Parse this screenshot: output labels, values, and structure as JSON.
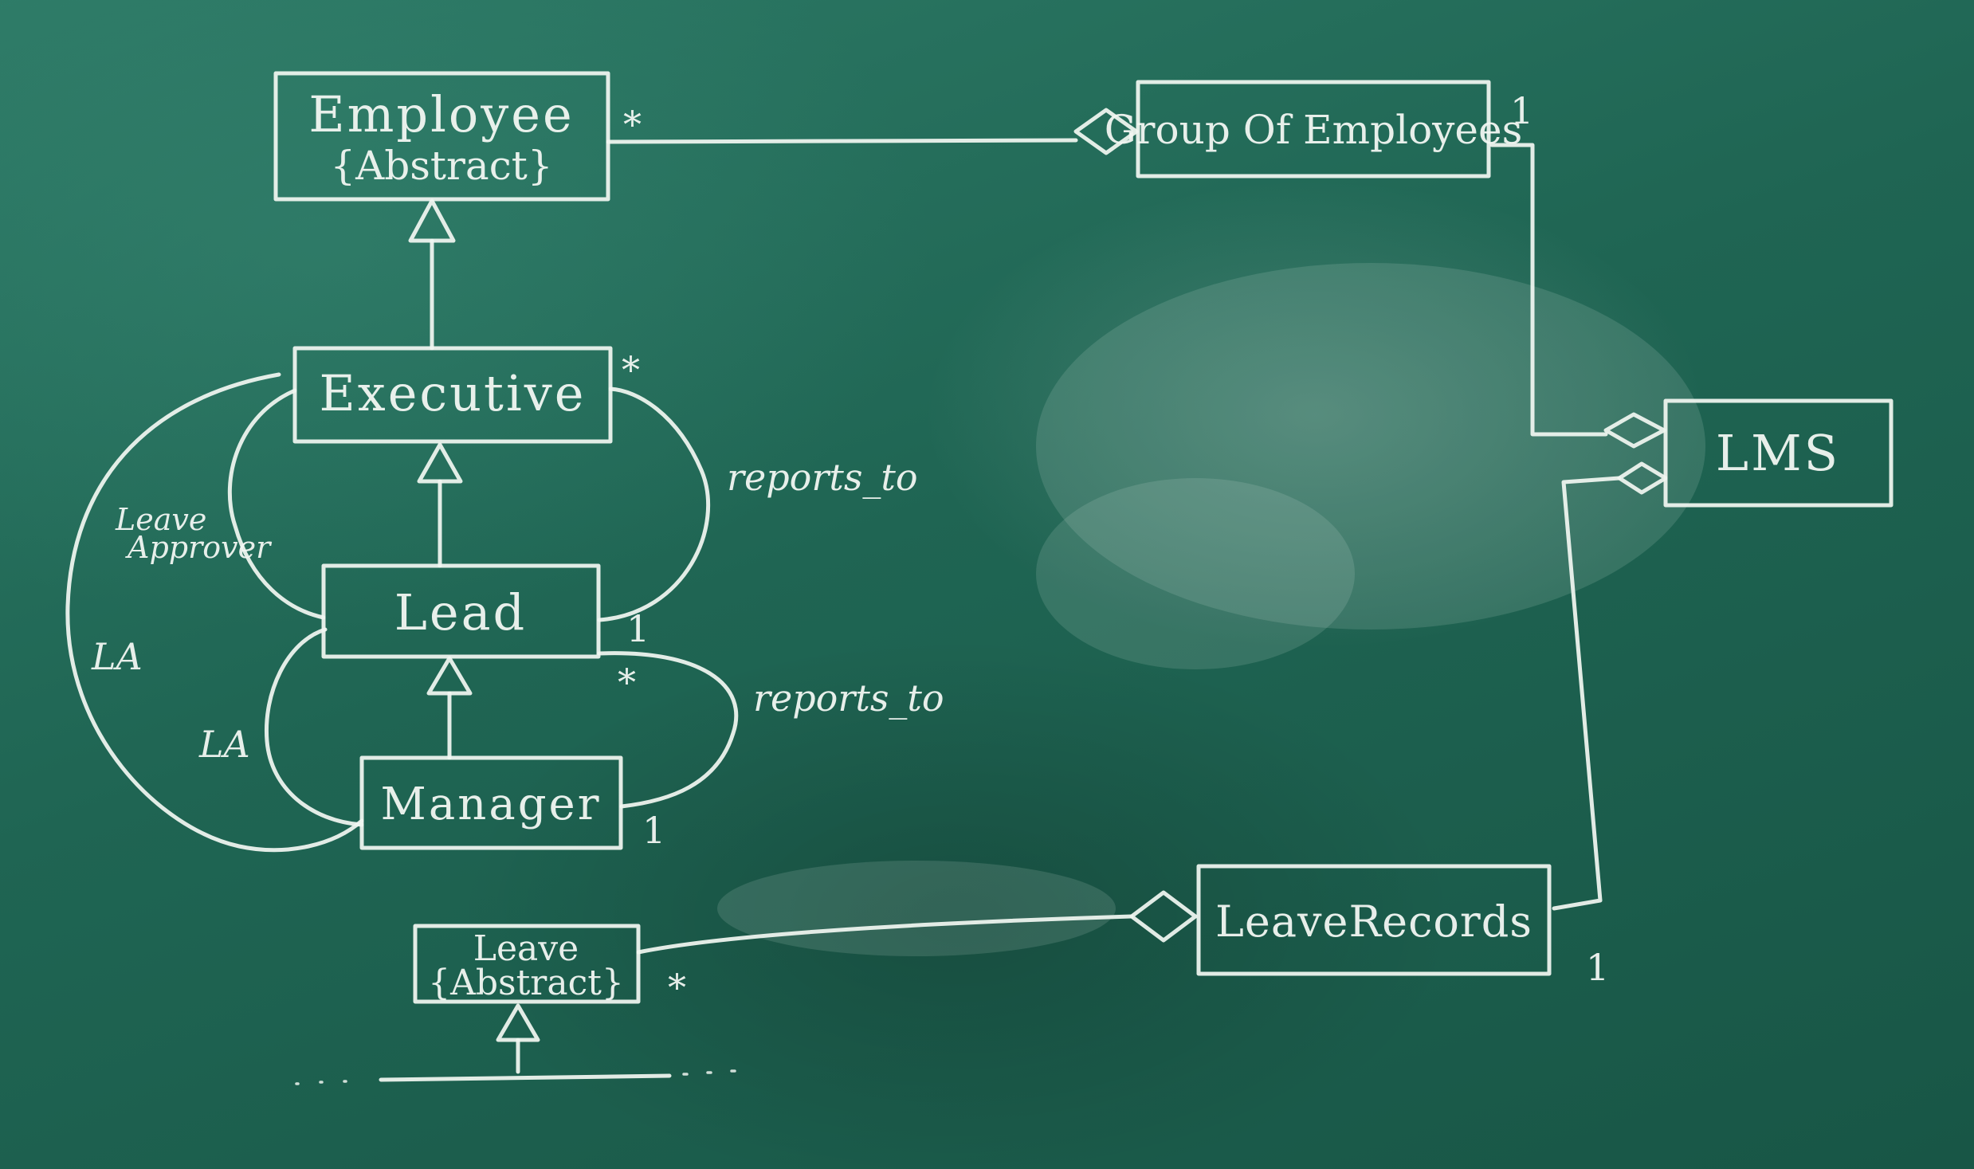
{
  "diagram": {
    "classes": {
      "employee": {
        "name": "Employee",
        "stereotype": "{Abstract}"
      },
      "group_of_employees": {
        "name": "Group Of Employees"
      },
      "lms": {
        "name": "LMS"
      },
      "executive": {
        "name": "Executive"
      },
      "lead": {
        "name": "Lead"
      },
      "manager": {
        "name": "Manager"
      },
      "leave": {
        "name": "Leave",
        "stereotype": "{Abstract}"
      },
      "leave_records": {
        "name": "LeaveRecords"
      }
    },
    "labels": {
      "employee_group_mult_employee": "*",
      "employee_group_mult_group": "1",
      "executive_mult": "*",
      "reports_to_1": "reports_to",
      "lead_mult_1": "1",
      "lead_mult_star": "*",
      "reports_to_2": "reports_to",
      "manager_mult": "1",
      "leave_approver_1": "Leave",
      "leave_approver_2": "Approver",
      "la_outer": "LA",
      "la_inner": "LA",
      "leave_mult": "*",
      "leave_records_mult": "1"
    }
  }
}
